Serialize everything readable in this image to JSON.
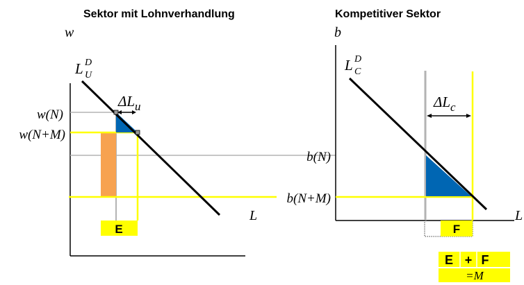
{
  "left_panel": {
    "title": "Sektor mit Lohnverhandlung",
    "y_axis_label": "w",
    "x_axis_label": "L",
    "demand_label_base": "L",
    "demand_label_sup": "D",
    "demand_label_sub": "U",
    "wage_high_label": "w(N)",
    "wage_low_label": "w(N+M)",
    "delta_label_base": "ΔL",
    "delta_label_sub": "u",
    "box_label": "E"
  },
  "right_panel": {
    "title": "Kompetitiver Sektor",
    "y_axis_label": "b",
    "x_axis_label": "L",
    "demand_label_base": "L",
    "demand_label_sup": "D",
    "demand_label_sub": "C",
    "wage_high_label": "b(N)",
    "wage_low_label": "b(N+M)",
    "delta_label_base": "ΔL",
    "delta_label_sub": "c",
    "box_label": "F"
  },
  "sum_box": {
    "left": "E",
    "plus": "+",
    "right": "F",
    "equals": "=M"
  },
  "colors": {
    "yellow": "#ffff00",
    "grey": "#b3b3b3",
    "blue": "#0066b3",
    "orange": "#f7a250",
    "black": "#000000"
  }
}
